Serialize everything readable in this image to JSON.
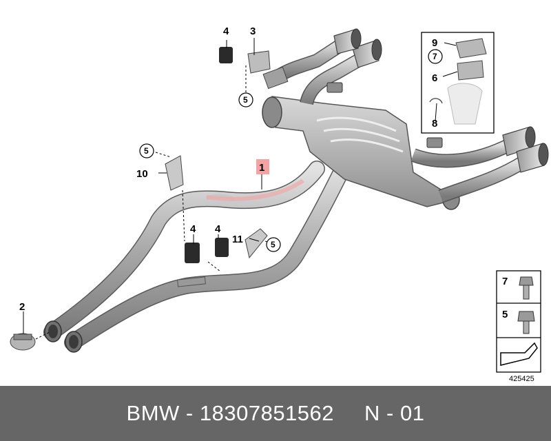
{
  "diagram": {
    "callouts": {
      "c1": "1",
      "c2": "2",
      "c3": "3",
      "c4a": "4",
      "c4b": "4",
      "c4c": "4",
      "c5a": "5",
      "c5b": "5",
      "c5c": "5",
      "c5d": "5",
      "c6": "6",
      "c7a": "7",
      "c7b": "7",
      "c8": "8",
      "c9": "9",
      "c10": "10",
      "c11": "11"
    },
    "diagram_number": "425425",
    "highlight_color": "#f4a3a3"
  },
  "footer": {
    "brand": "BMW",
    "separator": "-",
    "part_number": "18307851562",
    "revision": "N - 01"
  }
}
